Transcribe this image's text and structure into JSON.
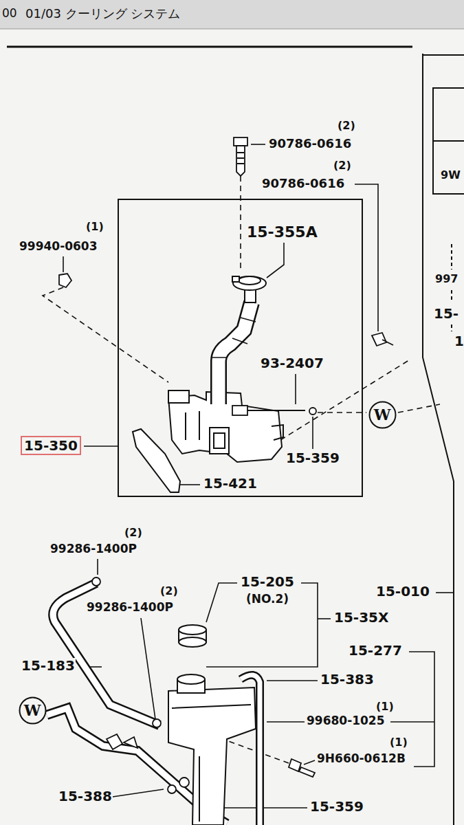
{
  "diagram": {
    "title": "01/03 クーリング システム",
    "nodes": [
      {
        "text": [
          "W"
        ]
      },
      {
        "text": [
          "15-350"
        ]
      },
      {
        "text": [
          "W"
        ]
      }
    ],
    "labels": [
      "00",
      "(2)",
      "90786-0616",
      "(2)",
      "90786-0616",
      "(1)",
      "99940-0603",
      "15-355A",
      "93-2407",
      "15-359",
      "15-421",
      "(2)",
      "99286-1400P",
      "(2)",
      "99286-1400P",
      "15-205",
      "(NO.2)",
      "15-35X",
      "15-010",
      "15-277",
      "15-183",
      "15-383",
      "(1)",
      "99680-1025",
      "(1)",
      "9H660-0612B",
      "15-388",
      "15-359",
      "9W",
      "997",
      "15-",
      "1"
    ]
  }
}
